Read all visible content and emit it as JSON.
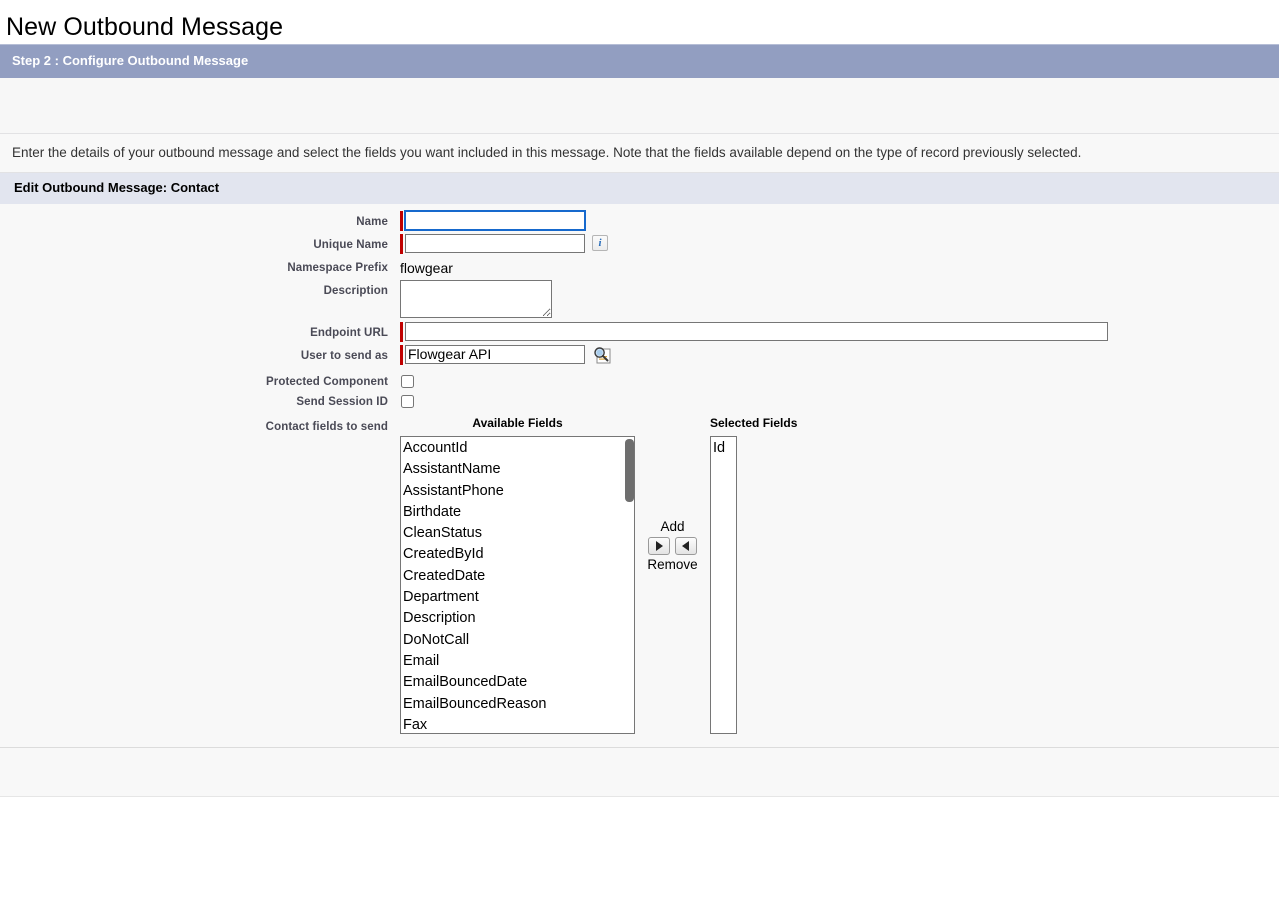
{
  "page": {
    "title": "New Outbound Message"
  },
  "step_bar": {
    "label": "Step 2 : Configure Outbound Message"
  },
  "intro": {
    "text": "Enter the details of your outbound message and select the fields you want included in this message. Note that the fields available depend on the type of record previously selected."
  },
  "section": {
    "title": "Edit Outbound Message: Contact"
  },
  "form": {
    "name": {
      "label": "Name",
      "value": "",
      "required": true,
      "focused": true
    },
    "unique_name": {
      "label": "Unique Name",
      "value": "",
      "required": true,
      "info_icon": "info-icon",
      "info_glyph": "i"
    },
    "namespace_prefix": {
      "label": "Namespace Prefix",
      "value": "flowgear"
    },
    "description": {
      "label": "Description",
      "value": ""
    },
    "endpoint_url": {
      "label": "Endpoint URL",
      "value": "",
      "required": true
    },
    "user_to_send_as": {
      "label": "User to send as",
      "value": "Flowgear API",
      "required": true,
      "lookup_icon": "lookup-search-icon"
    },
    "protected_component": {
      "label": "Protected Component",
      "checked": false
    },
    "send_session_id": {
      "label": "Send Session ID",
      "checked": false
    },
    "fields_to_send": {
      "label": "Contact fields to send",
      "available_header": "Available Fields",
      "selected_header": "Selected Fields",
      "add_label": "Add",
      "remove_label": "Remove",
      "add_icon": "arrow-right-icon",
      "remove_icon": "arrow-left-icon",
      "available": [
        "AccountId",
        "AssistantName",
        "AssistantPhone",
        "Birthdate",
        "CleanStatus",
        "CreatedById",
        "CreatedDate",
        "Department",
        "Description",
        "DoNotCall",
        "Email",
        "EmailBouncedDate",
        "EmailBouncedReason",
        "Fax"
      ],
      "selected": [
        "Id"
      ]
    }
  },
  "colors": {
    "step_bar_bg": "#929ec1",
    "section_bar_bg": "#e2e5ef",
    "body_bg": "#f8f8f8",
    "required_marker": "#c00000",
    "focus_outline": "#1669cd",
    "label_text": "#4a4a56",
    "info_glyph": "#2a6ebb"
  }
}
